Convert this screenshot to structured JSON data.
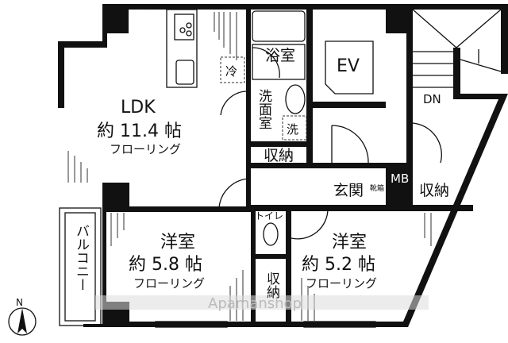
{
  "floorplan": {
    "ldk": {
      "name": "LDK",
      "size": "約 11.4 帖",
      "floor": "フローリング"
    },
    "bath": "浴室",
    "fridge": "冷",
    "washroom": "洗面室",
    "washer": "洗",
    "elevator": "EV",
    "stairs_down": "DN",
    "storage_mid": "収納",
    "entrance": "玄関",
    "shoe_box": "靴箱",
    "meter_box": "MB",
    "storage_right": "収納",
    "toilet": "トイレ",
    "bedroom_west": {
      "name": "洋室",
      "size": "約 5.8 帖",
      "floor": "フローリング"
    },
    "storage_closet": "収納",
    "bedroom_east": {
      "name": "洋室",
      "size": "約 5.2 帖",
      "floor": "フローリング"
    },
    "balcony": "バルコニー",
    "north": "N",
    "watermark": "Apamanshop"
  }
}
